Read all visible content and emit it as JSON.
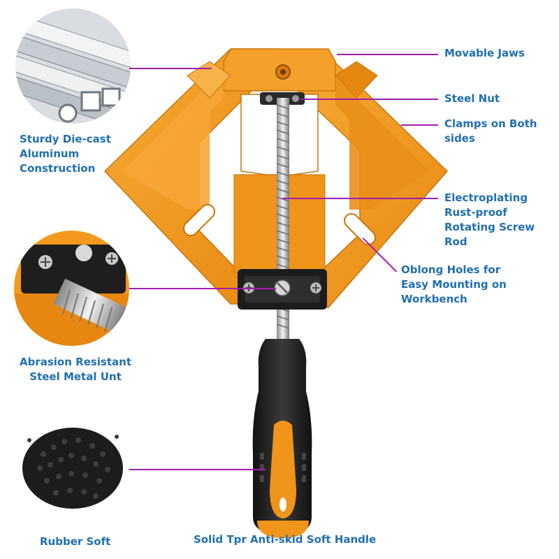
{
  "callouts": {
    "movable_jaws": "Movable Jaws",
    "steel_nut": "Steel Nut",
    "clamps": [
      "Clamps on Both",
      "sides"
    ],
    "electroplating": [
      "Electroplating",
      "Rust-proof",
      "Rotating Screw",
      "Rod"
    ],
    "oblong_holes": [
      "Oblong Holes for",
      "Easy Mounting on",
      "Workbench"
    ],
    "sturdy": [
      "Sturdy Die-cast",
      "Aluminum",
      "Construction"
    ],
    "abrasion": [
      "Abrasion Resistant",
      "Steel Metal Unt"
    ],
    "rubber_soft": "Rubber Soft",
    "handle": "Solid Tpr Anti-skid Soft Handle"
  },
  "colors": {
    "label": "#1f6fb2",
    "callout_line": "#a21caf",
    "clamp_orange": "#f39a1e",
    "clamp_dark_orange": "#d97c0c",
    "handle_black": "#222222"
  },
  "icons": [
    "aluminum-tubes-image",
    "steel-nut-closeup-image",
    "rubber-pellets-image",
    "corner-clamp-image"
  ]
}
